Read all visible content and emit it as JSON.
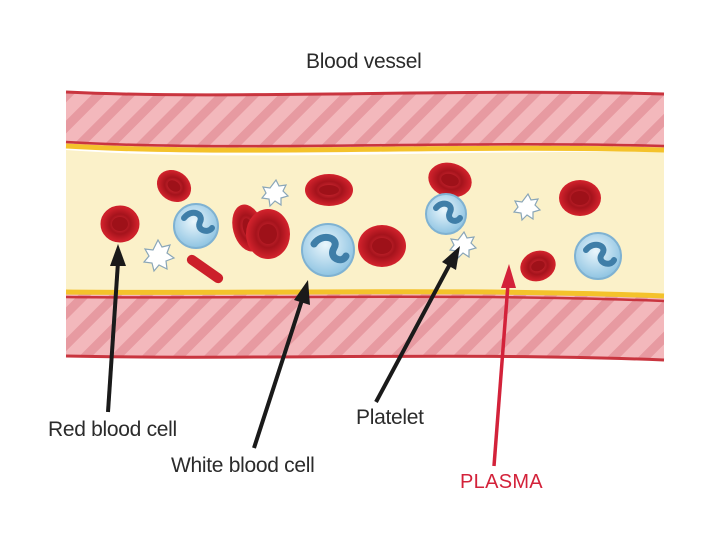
{
  "title": "Blood vessel",
  "labels": {
    "red_blood_cell": "Red blood cell",
    "white_blood_cell": "White blood cell",
    "platelet": "Platelet",
    "plasma": "PLASMA"
  },
  "colors": {
    "wall_fill": "#f3b8bc",
    "wall_stripe": "#e79aa1",
    "wall_edge": "#c9353f",
    "wall_yellow": "#f4c22b",
    "plasma_fill": "#fbf1c9",
    "red_cell": "#cc1f2a",
    "red_cell_dark": "#9e1119",
    "white_cell": "#bfe1f3",
    "white_cell_nucleus": "#3f7ea8",
    "platelet": "#ffffff",
    "arrow_black": "#1a1a1a",
    "arrow_red": "#d3223a",
    "label_text": "#2b2b2b",
    "plasma_text": "#d3223a"
  }
}
